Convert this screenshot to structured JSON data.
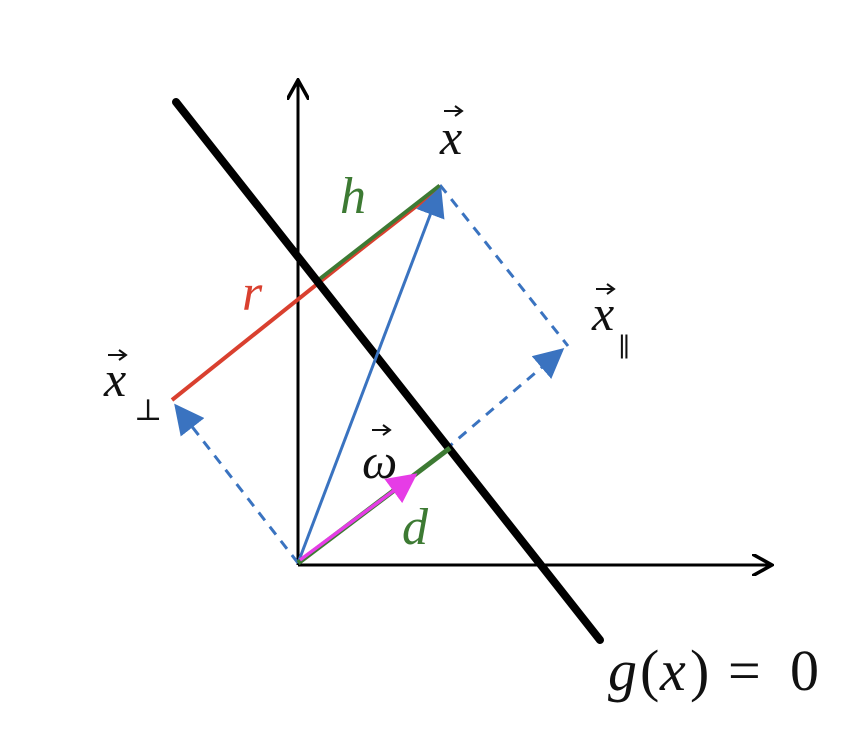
{
  "labels": {
    "x_vec": "x",
    "x_par": "x",
    "x_par_sub": "∥",
    "x_perp": "x",
    "x_perp_sub": "⊥",
    "omega": "ω",
    "h": "h",
    "r": "r",
    "d": "d",
    "equation_g": "g",
    "equation_open": "(",
    "equation_x": "x",
    "equation_close": ")",
    "equation_eq": "=",
    "equation_zero": "0"
  },
  "colors": {
    "axis": "#000000",
    "hyperplane": "#000000",
    "vector_blue": "#3a73c0",
    "red": "#d9402f",
    "green": "#3d7a33",
    "magenta": "#e63ce6",
    "text_black": "#111111"
  }
}
